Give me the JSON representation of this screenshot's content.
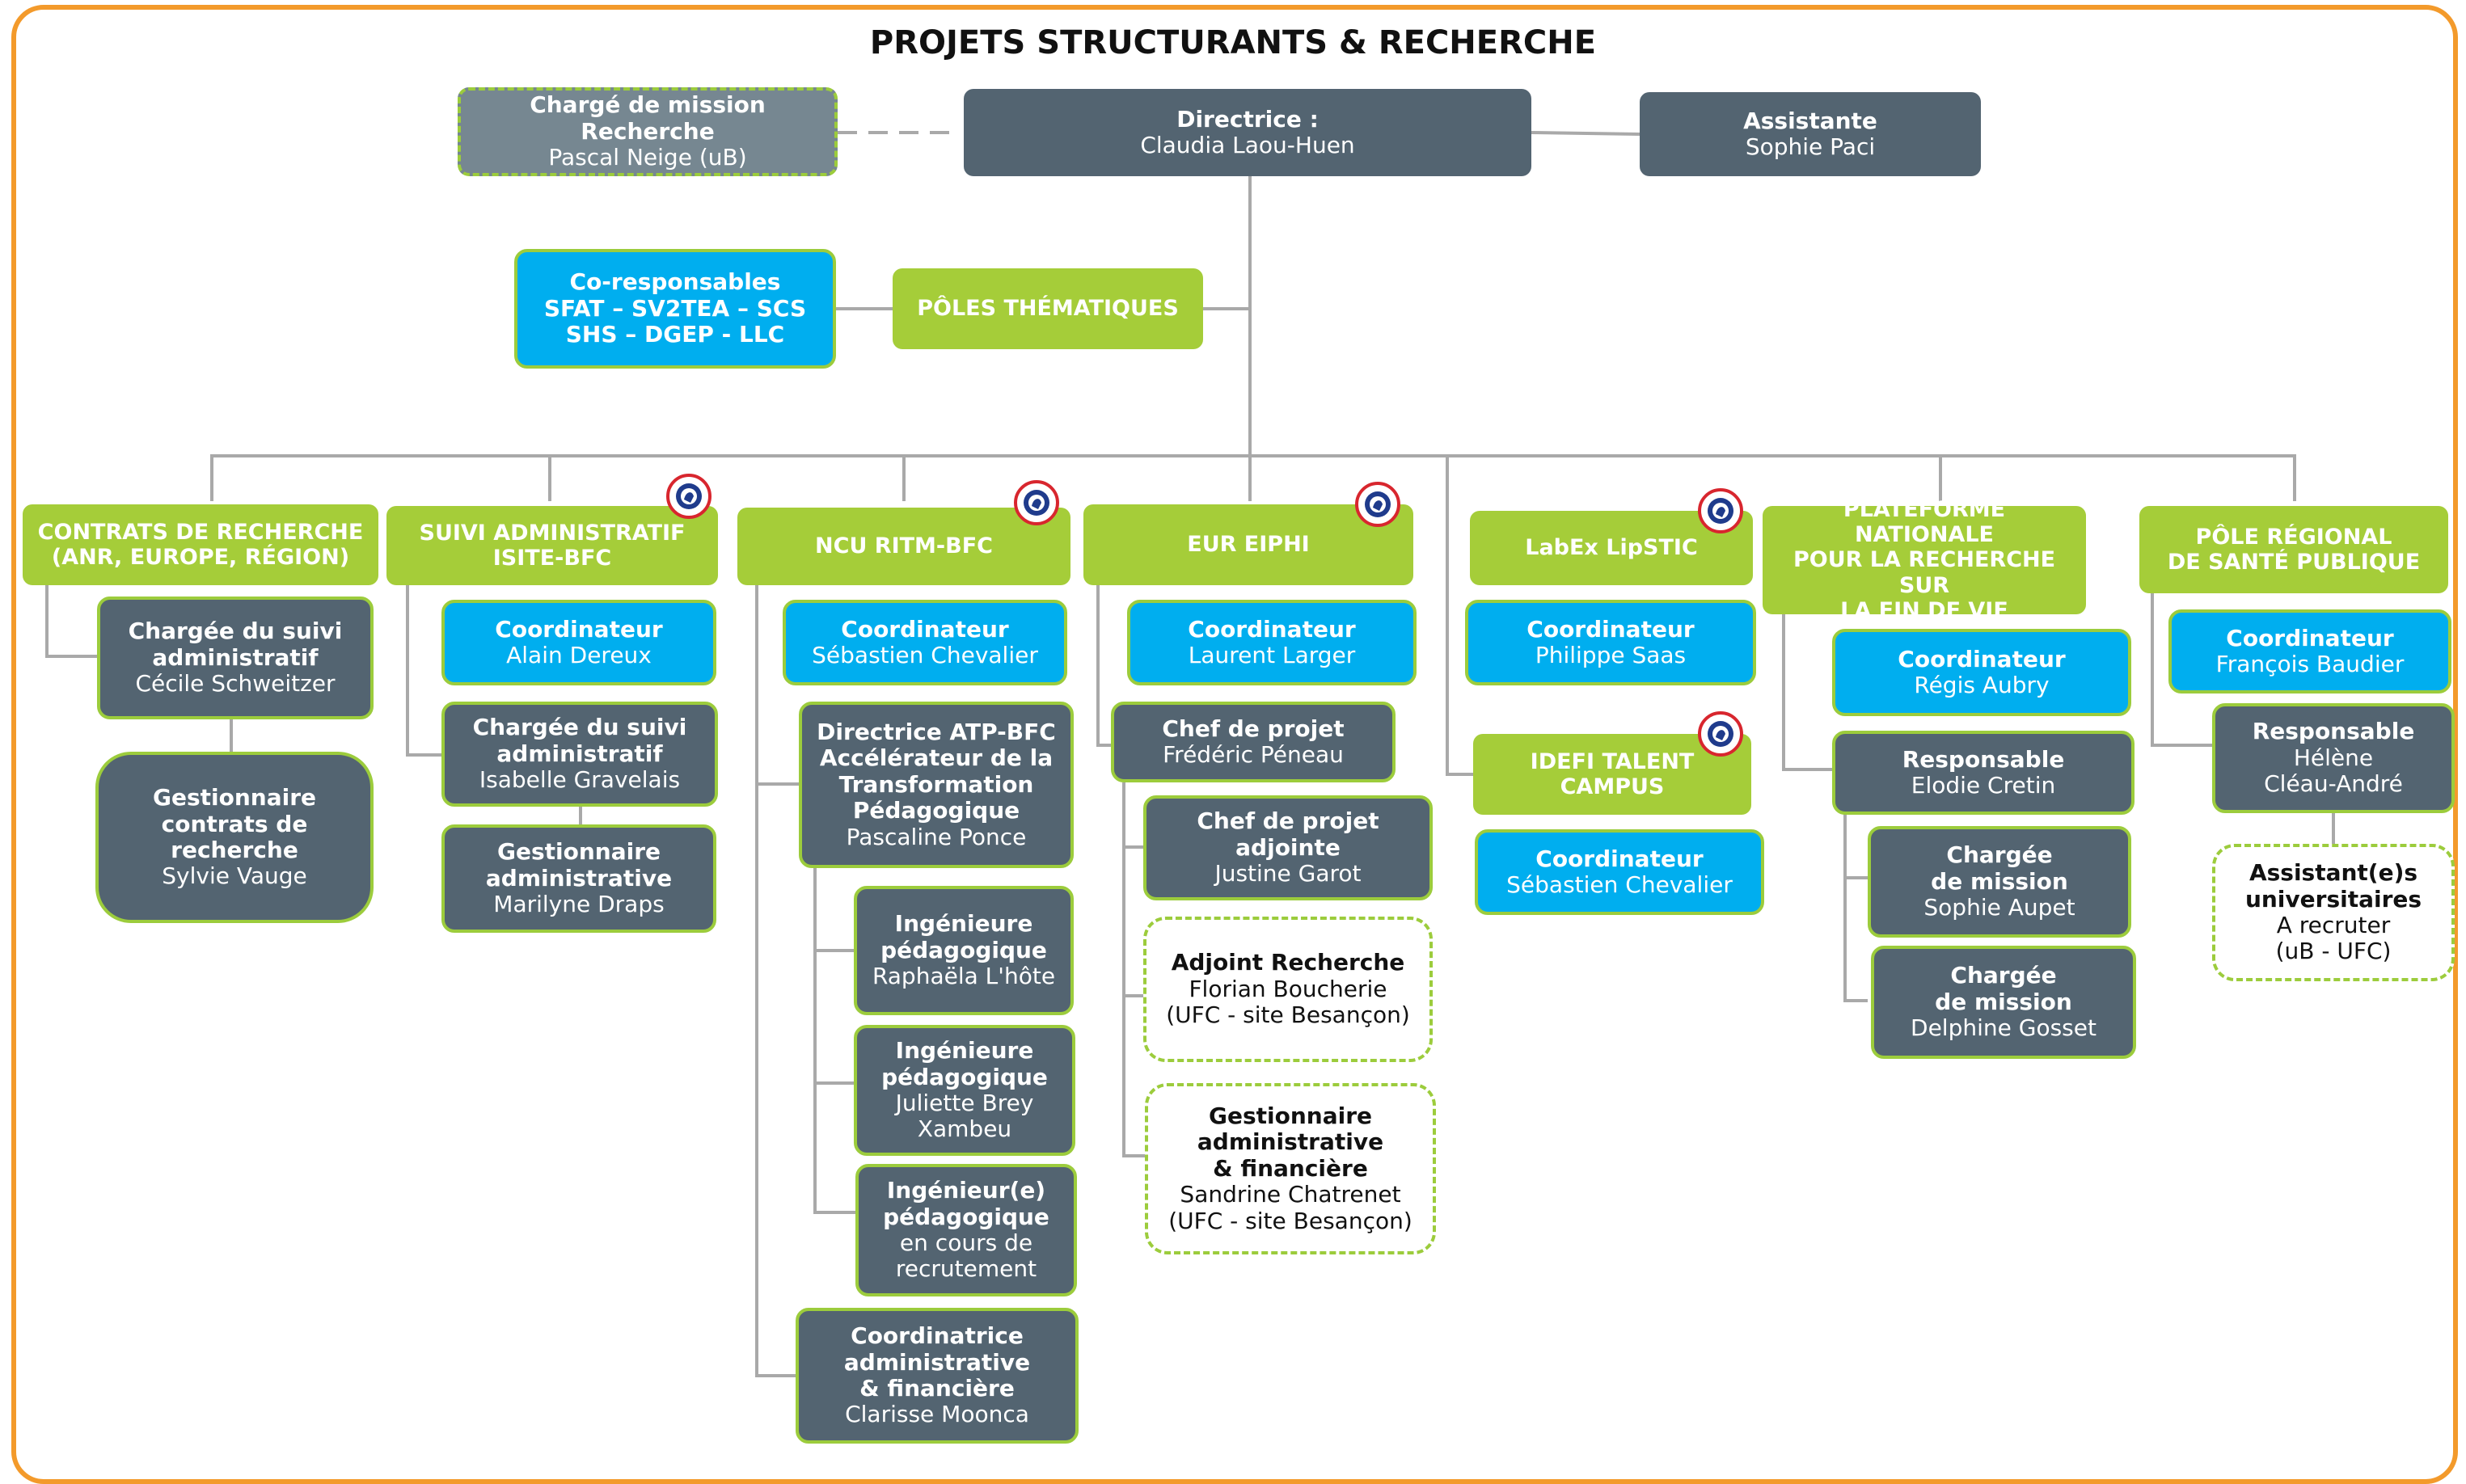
{
  "title": "PROJETS STRUCTURANTS & RECHERCHE",
  "top": {
    "mission": {
      "title": "Chargé de mission Recherche",
      "name": "Pascal Neige (uB)"
    },
    "directrice": {
      "title": "Directrice :",
      "name": "Claudia Laou-Huen"
    },
    "assistante": {
      "title": "Assistante",
      "name": "Sophie Paci"
    },
    "coresp": {
      "title": "Co-responsables\nSFAT – SV2TEA – SCS\nSHS – DGEP - LLC"
    },
    "poles": {
      "title": "PÔLES THÉMATIQUES"
    }
  },
  "columns": {
    "contrats": {
      "header": "CONTRATS DE RECHERCHE\n(ANR, EUROPE, RÉGION)",
      "suivi": {
        "title": "Chargée du suivi\nadministratif",
        "name": "Cécile Schweitzer"
      },
      "gest": {
        "title": "Gestionnaire\ncontrats de\nrecherche",
        "name": "Sylvie Vauge"
      }
    },
    "isite": {
      "header": "SUIVI ADMINISTRATIF\nISITE-BFC",
      "coord": {
        "title": "Coordinateur",
        "name": "Alain Dereux"
      },
      "suivi": {
        "title": "Chargée du suivi\nadministratif",
        "name": "Isabelle Gravelais"
      },
      "gest": {
        "title": "Gestionnaire\nadministrative",
        "name": "Marilyne Draps"
      }
    },
    "ncu": {
      "header": "NCU RITM-BFC",
      "coord": {
        "title": "Coordinateur",
        "name": "Sébastien Chevalier"
      },
      "dir": {
        "title": "Directrice ATP-BFC\nAccélérateur de la\nTransformation\nPédagogique",
        "name": "Pascaline Ponce"
      },
      "ing1": {
        "title": "Ingénieure\npédagogique",
        "name": "Raphaëla L'hôte"
      },
      "ing2": {
        "title": "Ingénieure\npédagogique",
        "name": "Juliette Brey\nXambeu"
      },
      "ing3": {
        "title": "Ingénieur(e)\npédagogique",
        "name": "en cours de\nrecrutement"
      },
      "coordadm": {
        "title": "Coordinatrice\nadministrative\n& financière",
        "name": "Clarisse Moonca"
      }
    },
    "eur": {
      "header": "EUR EIPHI",
      "coord": {
        "title": "Coordinateur",
        "name": "Laurent Larger"
      },
      "chef": {
        "title": "Chef de projet",
        "name": "Frédéric Péneau"
      },
      "adj": {
        "title": "Chef de projet\nadjointe",
        "name": "Justine Garot"
      },
      "adjrech": {
        "title": "Adjoint Recherche",
        "name": "Florian Boucherie\n(UFC - site Besançon)"
      },
      "gest": {
        "title": "Gestionnaire\nadministrative\n& financière",
        "name": "Sandrine Chatrenet\n(UFC - site Besançon)"
      }
    },
    "labex": {
      "header": "LabEx LipSTIC",
      "coord": {
        "title": "Coordinateur",
        "name": "Philippe Saas"
      },
      "idefi": "IDEFI TALENT\nCAMPUS",
      "coord2": {
        "title": "Coordinateur",
        "name": "Sébastien Chevalier"
      }
    },
    "plateforme": {
      "header": "PLATEFORME NATIONALE\nPOUR LA RECHERCHE SUR\nLA FIN DE VIE",
      "coord": {
        "title": "Coordinateur",
        "name": "Régis Aubry"
      },
      "resp": {
        "title": "Responsable",
        "name": "Elodie Cretin"
      },
      "ch1": {
        "title": "Chargée\nde mission",
        "name": "Sophie Aupet"
      },
      "ch2": {
        "title": "Chargée\nde mission",
        "name": "Delphine Gosset"
      }
    },
    "sante": {
      "header": "PÔLE RÉGIONAL\nDE SANTÉ PUBLIQUE",
      "coord": {
        "title": "Coordinateur",
        "name": "François Baudier"
      },
      "resp": {
        "title": "Responsable",
        "name": "Hélène\nCléau-André"
      },
      "assist": {
        "title": "Assistant(e)s\nuniversitaires",
        "name": "A recruter\n(uB - UFC)"
      }
    }
  },
  "colors": {
    "frame": "#f39a2b",
    "green": "#a5cd39",
    "dark": "#536471",
    "blue": "#00aeef",
    "connector": "#a9a9a9"
  }
}
